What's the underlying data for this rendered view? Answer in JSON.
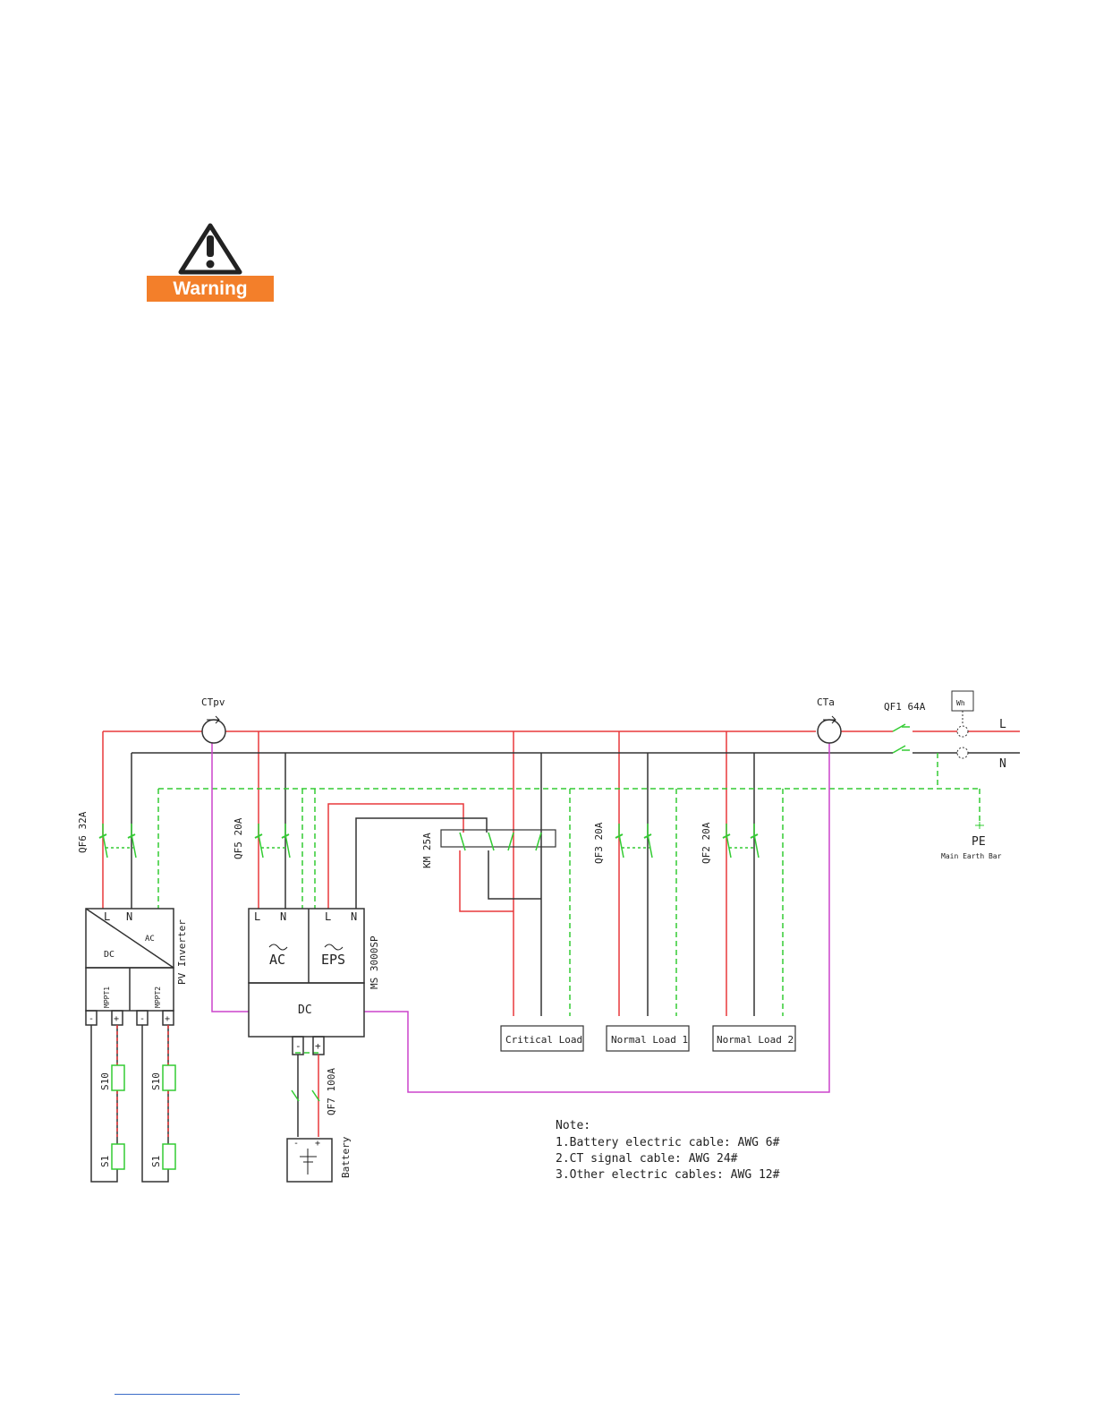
{
  "warning": {
    "label": "Warning",
    "color": "#f37f2a"
  },
  "colors": {
    "live": "#e8383b",
    "neutral": "#333333",
    "earth": "#33cc33",
    "ct": "#cc44cc"
  },
  "bus": {
    "l": "L",
    "n": "N"
  },
  "ct": {
    "pv": "CTpv",
    "a": "CTa"
  },
  "breakers": {
    "qf1": "QF1 64A",
    "qf2": "QF2 20A",
    "qf3": "QF3 20A",
    "qf5": "QF5 20A",
    "qf6": "QF6 32A",
    "qf7": "QF7 100A",
    "km": "KM 25A"
  },
  "meter": "Wh",
  "earth": {
    "label": "PE",
    "sub": "Main Earth Bar"
  },
  "pv_inverter": {
    "name": "PV Inverter",
    "l": "L",
    "n": "N",
    "ac": "AC",
    "dc": "DC",
    "mppt1": "MPPT1",
    "mppt2": "MPPT2",
    "minus": "-",
    "plus": "+",
    "string_top": "S10",
    "string_bottom": "S1"
  },
  "hybrid": {
    "name": "MS 3000SP",
    "l1": "L",
    "n1": "N",
    "l2": "L",
    "n2": "N",
    "ac": "AC",
    "eps": "EPS",
    "dc": "DC",
    "minus": "-",
    "plus": "+"
  },
  "battery": {
    "label": "Battery",
    "minus": "-",
    "plus": "+"
  },
  "loads": [
    "Critical Load",
    "Normal Load 1",
    "Normal Load 2"
  ],
  "notes": {
    "title": "Note:",
    "items": [
      "1.Battery electric cable: AWG 6#",
      "2.CT signal cable: AWG 24#",
      "3.Other electric cables: AWG 12#"
    ]
  }
}
